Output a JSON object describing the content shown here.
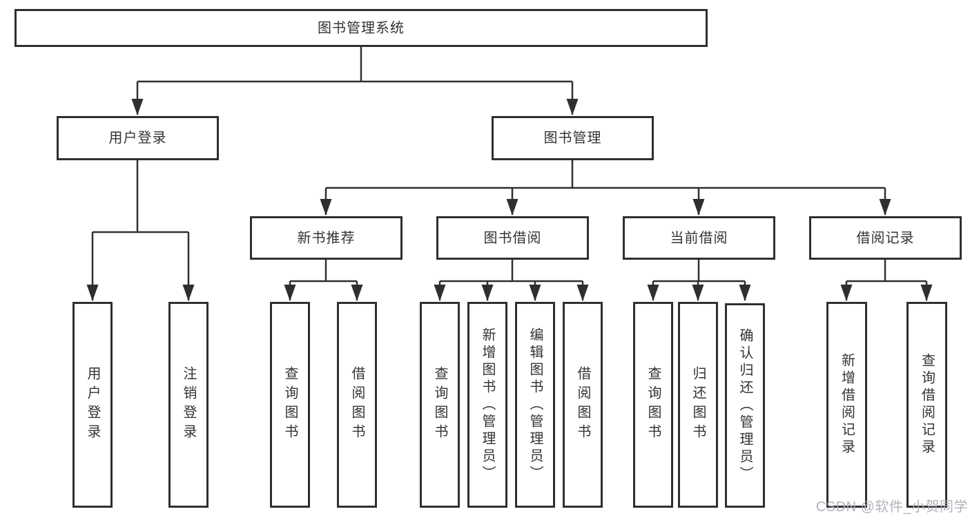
{
  "watermark": "CSDN @软件_小贺同学",
  "tree": {
    "root": {
      "label": "图书管理系统"
    },
    "user_branch": {
      "label": "用户登录",
      "children": [
        {
          "label": "用户登录"
        },
        {
          "label": "注销登录"
        }
      ]
    },
    "book_branch": {
      "label": "图书管理",
      "groups": [
        {
          "label": "新书推荐",
          "children": [
            {
              "label": "查询图书"
            },
            {
              "label": "借阅图书"
            }
          ]
        },
        {
          "label": "图书借阅",
          "children": [
            {
              "label": "查询图书"
            },
            {
              "label": "新增图书（管理员）"
            },
            {
              "label": "编辑图书（管理员）"
            },
            {
              "label": "借阅图书"
            }
          ]
        },
        {
          "label": "当前借阅",
          "children": [
            {
              "label": "查询图书"
            },
            {
              "label": "归还图书"
            },
            {
              "label": "确认归还（管理员）"
            }
          ]
        },
        {
          "label": "借阅记录",
          "children": [
            {
              "label": "新增借阅记录"
            },
            {
              "label": "查询借阅记录"
            }
          ]
        }
      ]
    }
  }
}
